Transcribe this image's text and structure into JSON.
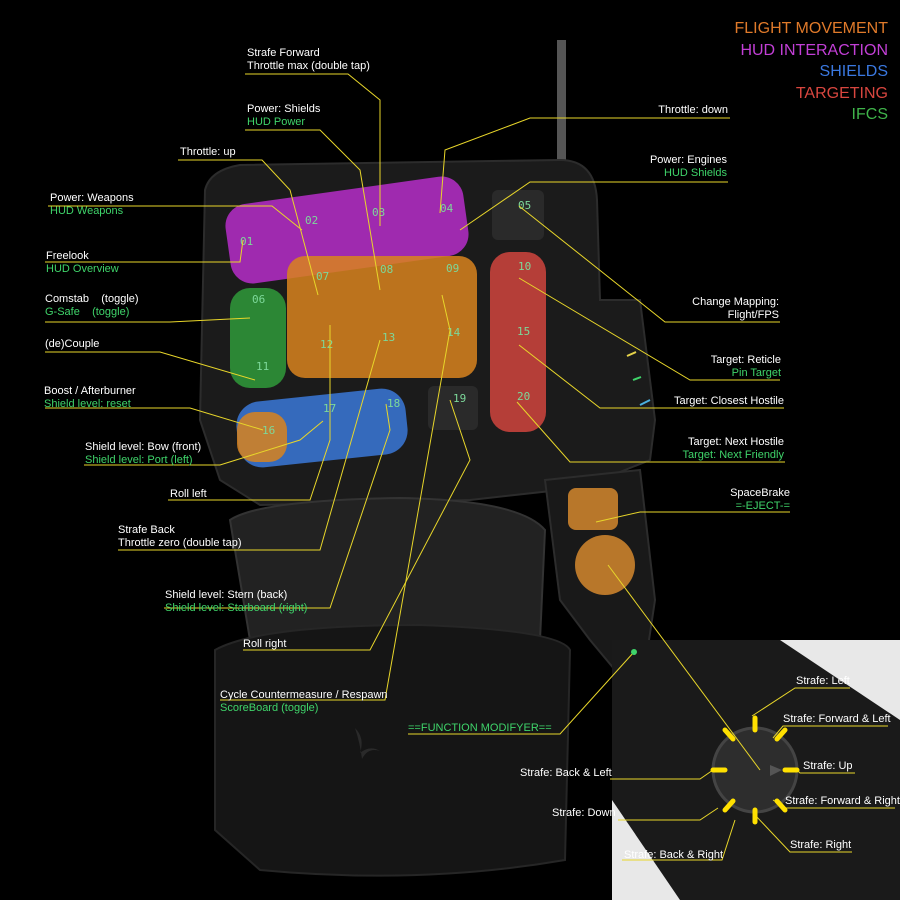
{
  "legend": [
    {
      "label": "FLIGHT MOVEMENT",
      "color": "#e07a2a"
    },
    {
      "label": "HUD INTERACTION",
      "color": "#c23fd6"
    },
    {
      "label": "SHIELDS",
      "color": "#3a78e0"
    },
    {
      "label": "TARGETING",
      "color": "#d8463f"
    },
    {
      "label": "IFCS",
      "color": "#3fb44a"
    }
  ],
  "keys": [
    "01",
    "02",
    "03",
    "04",
    "05",
    "06",
    "07",
    "08",
    "09",
    "10",
    "11",
    "12",
    "13",
    "14",
    "15",
    "16",
    "17",
    "18",
    "19",
    "20"
  ],
  "labels": {
    "strafe_forward": {
      "main": "Strafe Forward",
      "sub": "Throttle max (double tap)"
    },
    "power_shields": {
      "main": "Power: Shields",
      "sub": "HUD Power"
    },
    "throttle_up": {
      "main": "Throttle: up"
    },
    "power_weapons": {
      "main": "Power: Weapons",
      "sub": "HUD Weapons"
    },
    "freelook": {
      "main": "Freelook",
      "sub": "HUD Overview"
    },
    "comstab": {
      "main": "Comstab    (toggle)",
      "sub": "G-Safe    (toggle)"
    },
    "decouple": {
      "main": "(de)Couple"
    },
    "boost": {
      "main": "Boost / Afterburner",
      "sub": "Shield level: reset"
    },
    "shield_bow": {
      "main": "Shield level: Bow (front)",
      "sub": "Shield level: Port (left)"
    },
    "roll_left": {
      "main": "Roll left"
    },
    "strafe_back": {
      "main": "Strafe Back",
      "sub": "Throttle zero (double tap)"
    },
    "shield_stern": {
      "main": "Shield level: Stern (back)",
      "sub": "Shield level: Starboard (right)"
    },
    "roll_right": {
      "main": "Roll right"
    },
    "cycle_cm": {
      "main": "Cycle Countermeasure / Respawn",
      "sub": "ScoreBoard (toggle)"
    },
    "function_modifyer": {
      "main": "==FUNCTION MODIFYER=="
    },
    "throttle_down": {
      "main": "Throttle: down"
    },
    "power_engines": {
      "main": "Power: Engines",
      "sub": "HUD Shields"
    },
    "change_mapping": {
      "main": "Change Mapping:",
      "sub": "Flight/FPS"
    },
    "target_reticle": {
      "main": "Target: Reticle",
      "sub": "Pin Target"
    },
    "target_closest": {
      "main": "Target: Closest Hostile"
    },
    "target_next": {
      "main": "Target: Next Hostile",
      "sub": "Target: Next Friendly"
    },
    "spacebrake": {
      "main": "SpaceBrake",
      "sub": "=-EJECT-="
    }
  },
  "thumbstick": {
    "left": "Strafe: Left",
    "forward_left": "Strafe: Forward & Left",
    "up": "Strafe: Up",
    "forward_right": "Strafe: Forward & Right",
    "right": "Strafe: Right",
    "back_right": "Strafe: Back & Right",
    "down": "Strafe: Down",
    "back_left": "Strafe: Back & Left"
  }
}
